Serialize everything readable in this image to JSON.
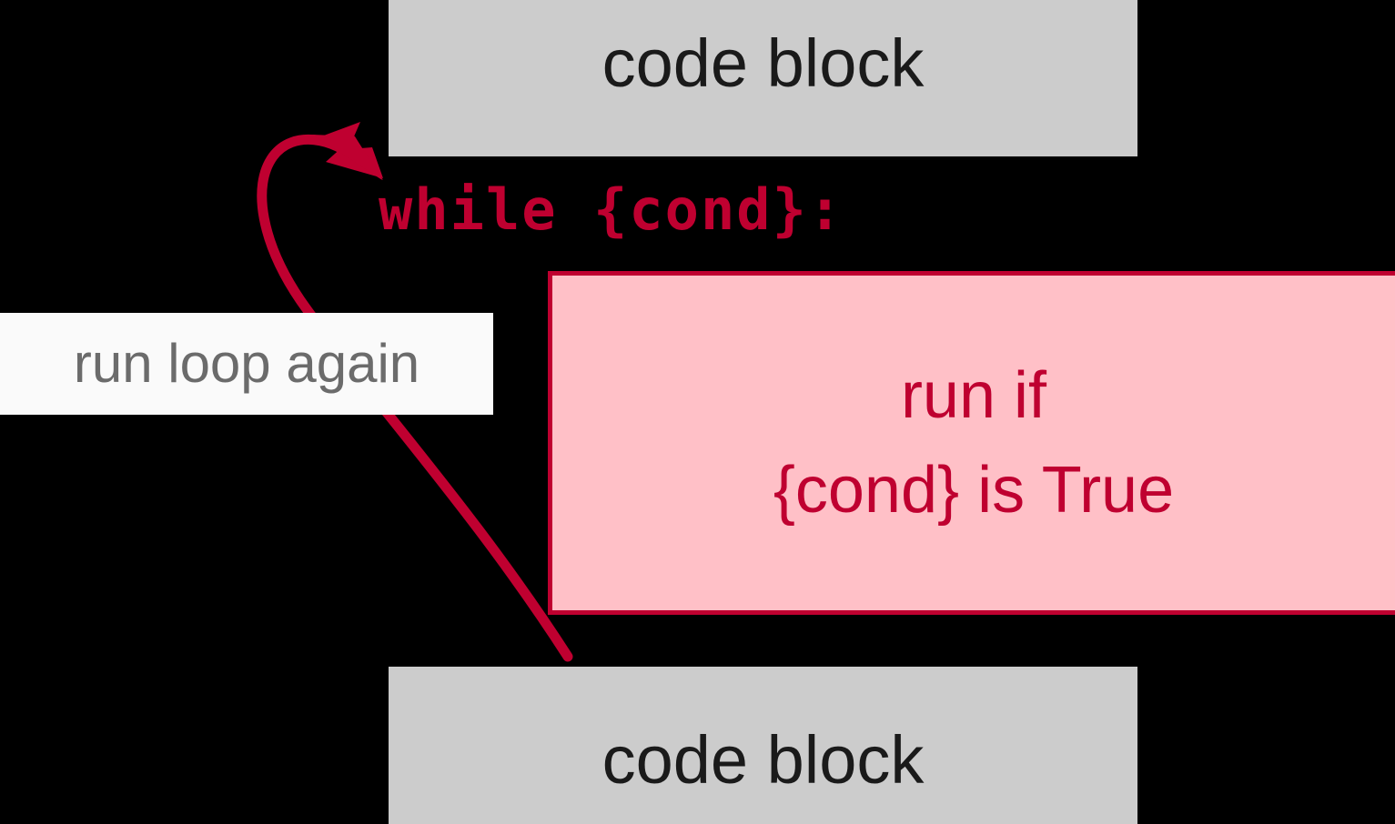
{
  "diagram": {
    "title": "python while loop flow diagram",
    "background_color": "#000000",
    "accent_color": "#bf0030",
    "blocks": {
      "top_code_block": {
        "label": "code block",
        "fill_color": "#cccccc",
        "text_color": "#1a1a1a"
      },
      "bottom_code_block": {
        "label": "code block",
        "fill_color": "#cccccc",
        "text_color": "#1a1a1a"
      },
      "while_header": {
        "label": "while {cond}:",
        "text_color": "#bf0030"
      },
      "loop_body": {
        "line1": "run if",
        "line2": "{cond} is True",
        "fill_color": "#ffc0c7",
        "border_color": "#bf0030",
        "text_color": "#bf0030"
      }
    },
    "annotation": {
      "label": "run loop again",
      "fill_color": "#fafafa",
      "text_color": "#6b6b6b"
    },
    "arrow": {
      "name": "loop-back-arrow",
      "color": "#bf0030"
    }
  }
}
